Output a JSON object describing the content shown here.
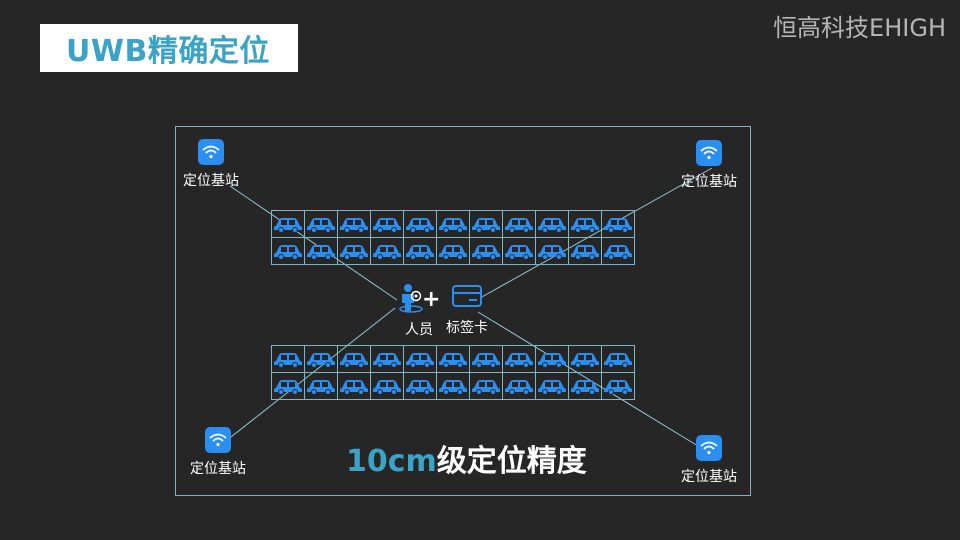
{
  "header": {
    "title": "UWB精确定位"
  },
  "brand": {
    "text": "恒高科技EHIGH"
  },
  "diagram": {
    "stations": [
      {
        "id": "top-left",
        "label": "定位基站"
      },
      {
        "id": "top-right",
        "label": "定位基站"
      },
      {
        "id": "bottom-left",
        "label": "定位基站"
      },
      {
        "id": "bottom-right",
        "label": "定位基站"
      }
    ],
    "person": {
      "label": "人员",
      "icon": "person-with-location-icon",
      "plus": "+"
    },
    "tag": {
      "label": "标签卡",
      "icon": "card-icon"
    },
    "lots": {
      "rows_per_lot": 2,
      "cars_per_row": 11,
      "car_icon": "car-icon"
    },
    "colors": {
      "accent": "#3aa3c6",
      "icon_blue": "#2b8ff2",
      "line": "#7fb6c6",
      "background": "#262626"
    }
  },
  "precision": {
    "value": "10cm",
    "text": "级定位精度"
  }
}
